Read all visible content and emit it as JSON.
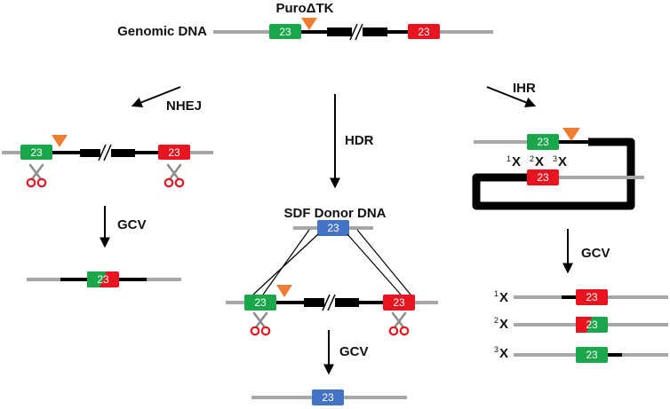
{
  "labels": {
    "genomic_dna": "Genomic DNA",
    "puro_tk": "PuroΔTK",
    "nhej": "NHEJ",
    "hdr": "HDR",
    "ihr": "IHR",
    "gcv": "GCV",
    "sdf_donor": "SDF Donor DNA"
  },
  "box_label": "23",
  "crossover_marks": [
    {
      "num": "1",
      "mark": "X"
    },
    {
      "num": "2",
      "mark": "X"
    },
    {
      "num": "3",
      "mark": "X"
    }
  ],
  "colors": {
    "grey_dna": "#a6a6a6",
    "black_dna": "#000000",
    "green": "#1aa64b",
    "red": "#e8141f",
    "blue": "#4472c4",
    "triangle": "#ee7d31",
    "scissors_handle": "#e8141f"
  },
  "icons": [
    "scissors-icon",
    "triangle-marker-icon",
    "arrow-icon",
    "break-mark-icon"
  ]
}
